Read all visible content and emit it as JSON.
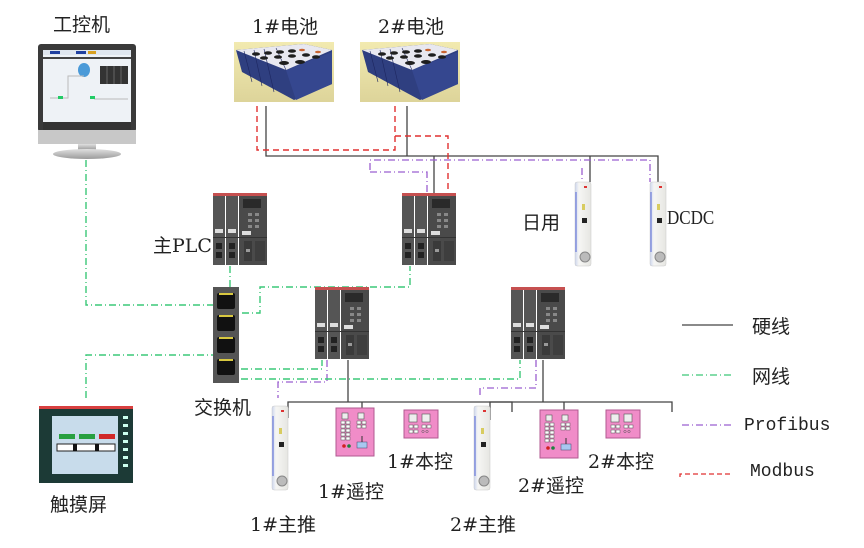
{
  "title": "船舶电力推进控制网络拓扑图",
  "nodes": {
    "ipc": {
      "label": "工控机",
      "icon": "industrial-pc-monitor-icon"
    },
    "battery1": {
      "label": "1#电池",
      "icon": "battery-pack-icon"
    },
    "battery2": {
      "label": "2#电池",
      "icon": "battery-pack-icon"
    },
    "main_plc": {
      "label": "主PLC",
      "icon": "plc-icon"
    },
    "plc2": {
      "label": "",
      "icon": "plc-icon"
    },
    "plc3": {
      "label": "",
      "icon": "plc-icon"
    },
    "plc4": {
      "label": "",
      "icon": "plc-icon"
    },
    "daily": {
      "label": "日用",
      "icon": "inverter-drive-icon"
    },
    "dcdc": {
      "label": "DCDC",
      "icon": "inverter-drive-icon"
    },
    "switch": {
      "label": "交换机",
      "icon": "network-switch-icon"
    },
    "touchscreen": {
      "label": "触摸屏",
      "icon": "hmi-touchscreen-icon"
    },
    "main_thrust1": {
      "label": "1#主推",
      "icon": "inverter-drive-icon"
    },
    "remote1": {
      "label": "1#遥控",
      "icon": "remote-control-panel-icon"
    },
    "local1": {
      "label": "1#本控",
      "icon": "local-control-panel-icon"
    },
    "main_thrust2": {
      "label": "2#主推",
      "icon": "inverter-drive-icon"
    },
    "remote2": {
      "label": "2#遥控",
      "icon": "remote-control-panel-icon"
    },
    "local2": {
      "label": "2#本控",
      "icon": "local-control-panel-icon"
    }
  },
  "legend": [
    {
      "key": "hardwire",
      "label": "硬线",
      "color": "#444444",
      "style": "solid"
    },
    {
      "key": "ethernet",
      "label": "网线",
      "color": "#3cc878",
      "style": "dash-dot"
    },
    {
      "key": "profibus",
      "label": "Profibus",
      "color": "#9b5fd0",
      "style": "dash-dot"
    },
    {
      "key": "modbus",
      "label": "Modbus",
      "color": "#e03030",
      "style": "dashed"
    }
  ],
  "colors": {
    "panel_pink": "#f08cc8",
    "plc_body": "#4a4a4a",
    "battery_blue": "#2b3a78",
    "battery_bg": "#e8e0a0"
  }
}
